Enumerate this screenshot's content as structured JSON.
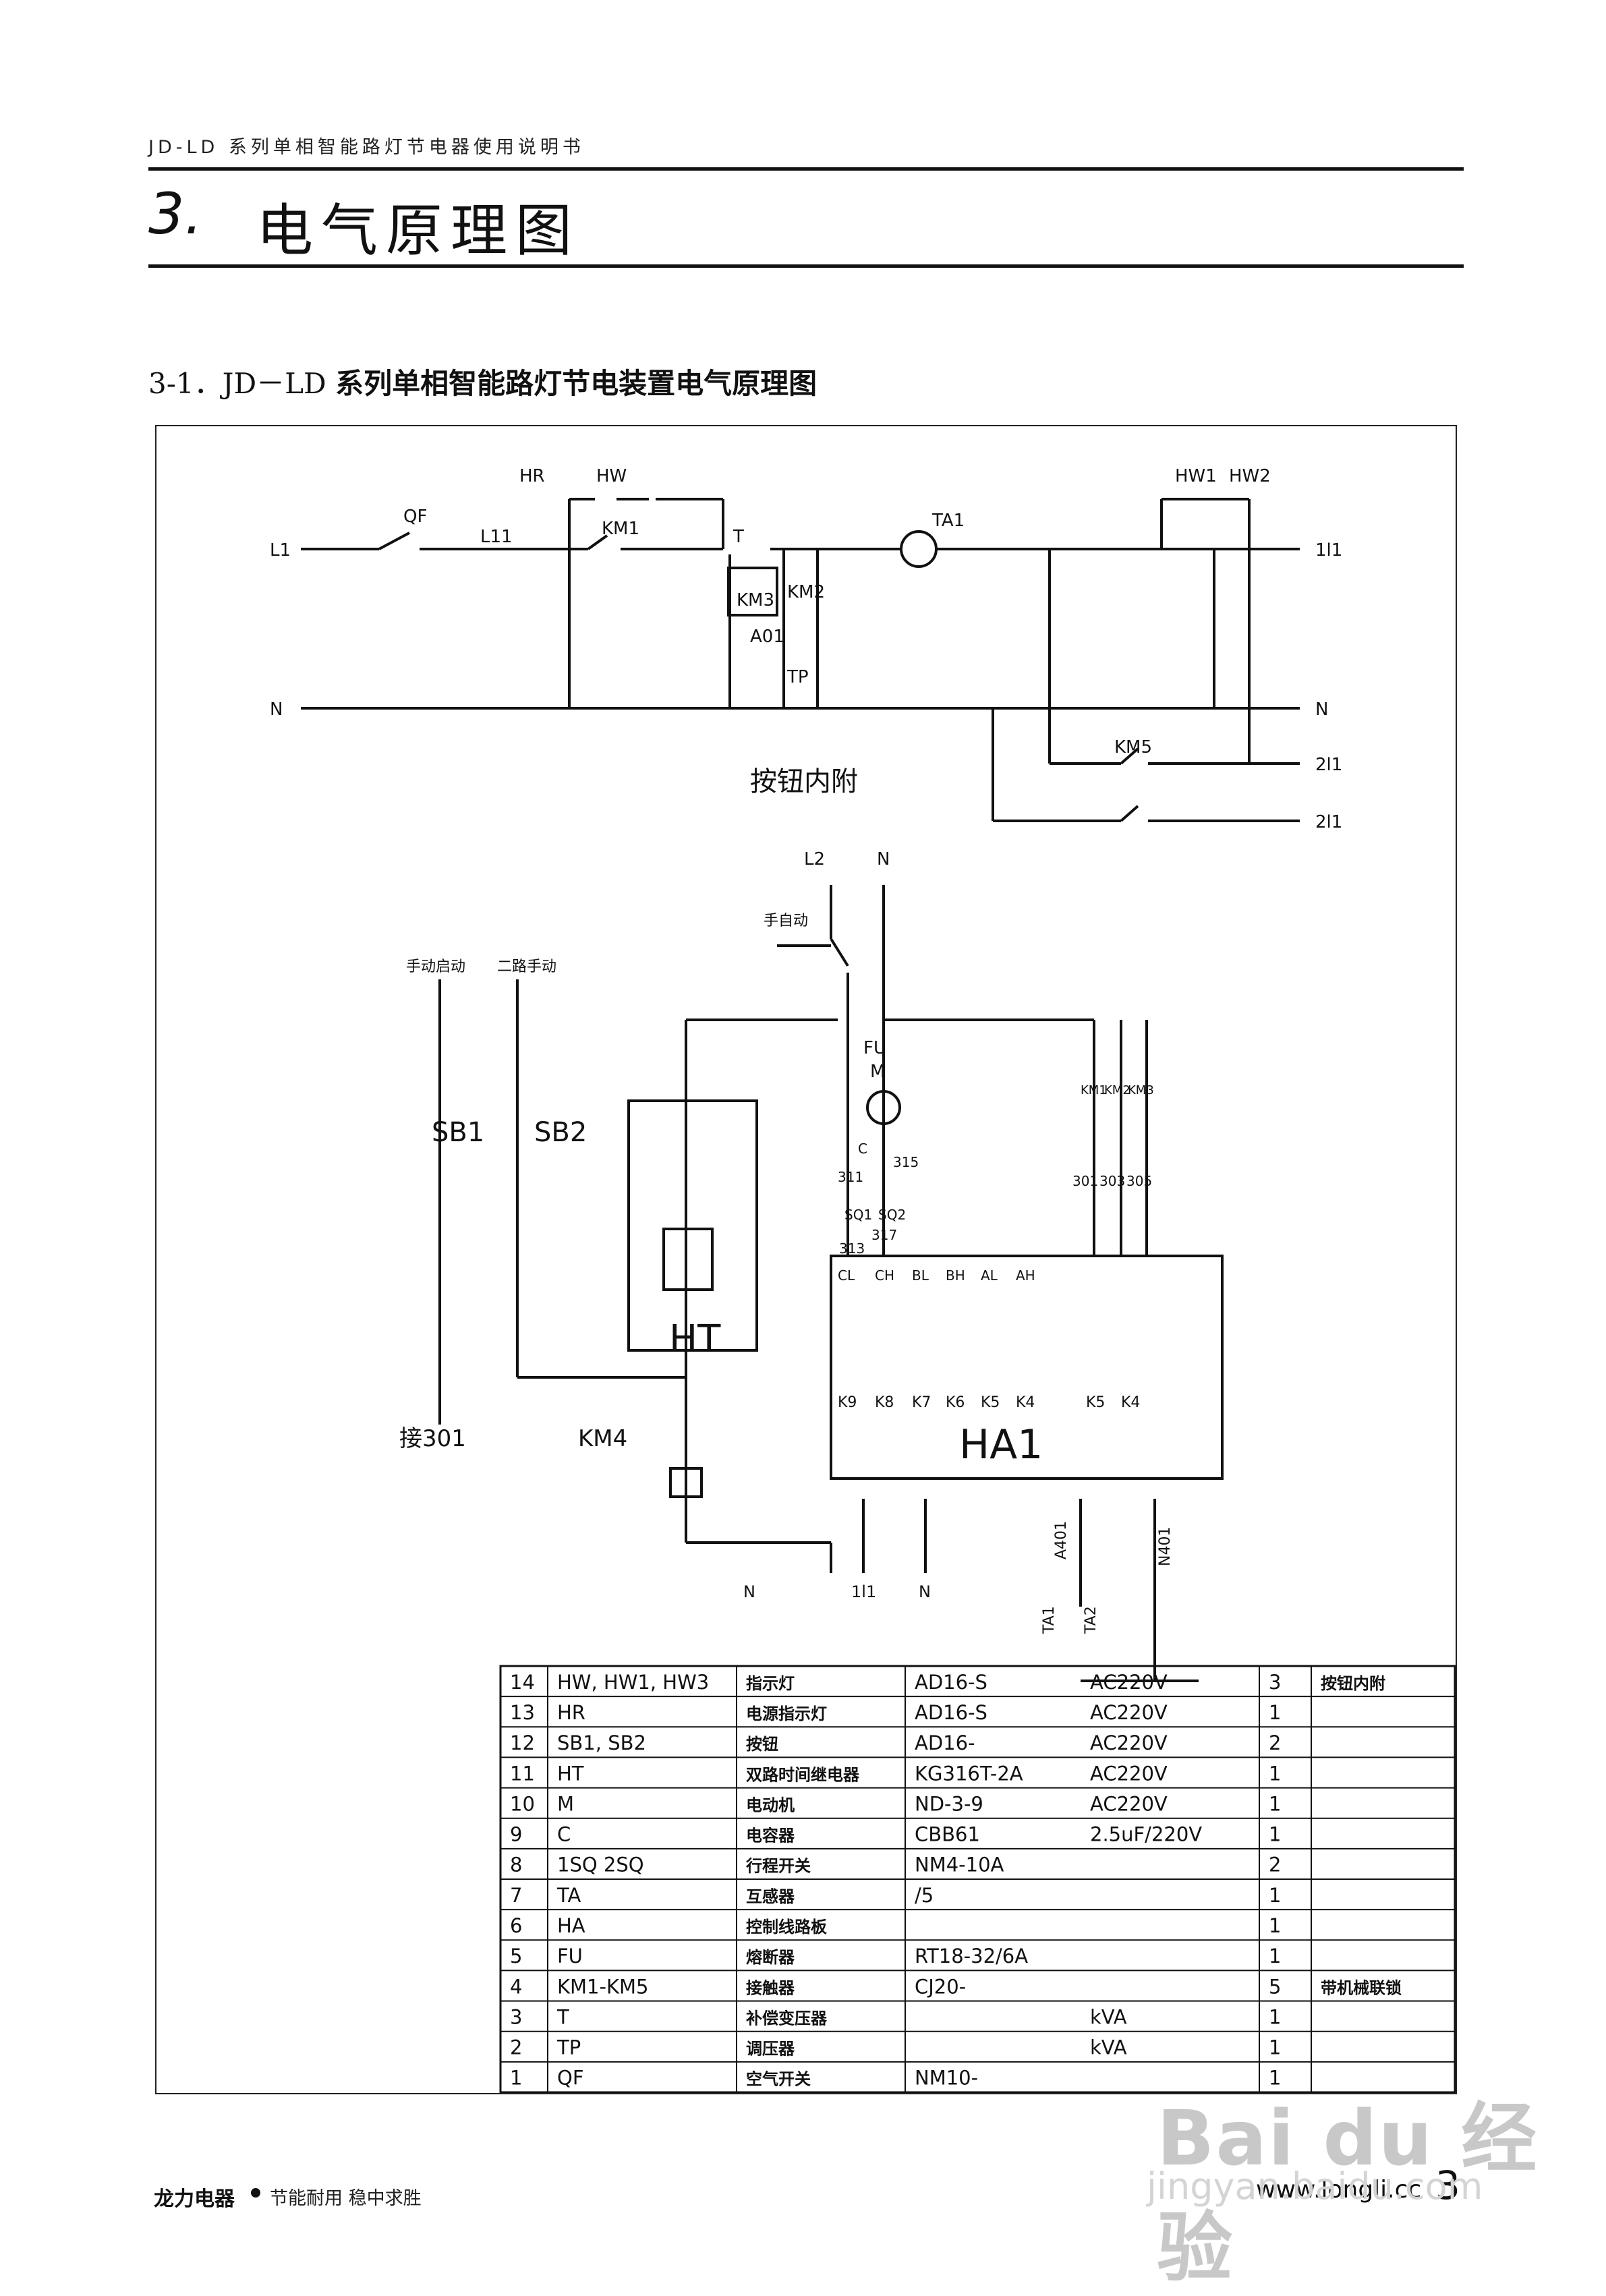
{
  "header": {
    "doc_title": "JD-LD 系列单相智能路灯节电器使用说明书"
  },
  "section": {
    "number": "3.",
    "title": "电气原理图"
  },
  "subsection": {
    "code": "3-1．JD－LD",
    "title": "系列单相智能路灯节电装置电气原理图"
  },
  "diagram": {
    "labels": {
      "L1": "L1",
      "N": "N",
      "QF": "QF",
      "L11": "L11",
      "HR": "HR",
      "HW": "HW",
      "KM1": "KM1",
      "T": "T",
      "KM3": "KM3",
      "KM2": "KM2",
      "A01": "A01",
      "TP": "TP",
      "TA1": "TA1",
      "HW1": "HW1",
      "HW2": "HW2",
      "out_1l1": "1l1",
      "out_N": "N",
      "KM5": "KM5",
      "out_2l1a": "2l1",
      "out_2l1b": "2l1",
      "button_note": "按钮内附",
      "L2": "L2",
      "N2": "N",
      "manual_auto": "手自动",
      "manual_start": "手动启动",
      "second_manual": "二路手动",
      "FU": "FU",
      "M": "M",
      "wire_301": "301",
      "C": "C",
      "w311": "311",
      "w315": "315",
      "SQ1": "SQ1",
      "SQ2": "SQ2",
      "w313": "313",
      "w317": "317",
      "SB1": "SB1",
      "SB2": "SB2",
      "HT": "HT",
      "conn301": "接301",
      "KM4": "KM4",
      "coil1": "KM1",
      "coil2": "KM2",
      "coil3": "KM3",
      "w301": "301",
      "w303": "303",
      "w305": "305",
      "CL": "CL",
      "CH": "CH",
      "BL": "BL",
      "BH": "BH",
      "AL": "AL",
      "AH": "AH",
      "K9": "K9",
      "K8": "K8",
      "K7": "K7",
      "K6": "K6",
      "K5": "K5",
      "K4": "K4",
      "K5b": "K5",
      "K4b": "K4",
      "HA1": "HA1",
      "bot_1l1": "1l1",
      "bot_N1": "N",
      "bot_N2": "N",
      "A401": "A401",
      "N401": "N401",
      "TA1b": "TA1",
      "TA2": "TA2"
    }
  },
  "parts_table": {
    "rows": [
      [
        "14",
        "HW, HW1, HW3",
        "指示灯",
        "AD16-S",
        "AC220V",
        "3",
        "按钮内附"
      ],
      [
        "13",
        "HR",
        "电源指示灯",
        "AD16-S",
        "AC220V",
        "1",
        ""
      ],
      [
        "12",
        "SB1, SB2",
        "按钮",
        "AD16-",
        "AC220V",
        "2",
        ""
      ],
      [
        "11",
        "HT",
        "双路时间继电器",
        "KG316T-2A",
        "AC220V",
        "1",
        ""
      ],
      [
        "10",
        "M",
        "电动机",
        "ND-3-9",
        "AC220V",
        "1",
        ""
      ],
      [
        "9",
        "C",
        "电容器",
        "CBB61",
        "2.5uF/220V",
        "1",
        ""
      ],
      [
        "8",
        "1SQ 2SQ",
        "行程开关",
        "NM4-10A",
        "",
        "2",
        ""
      ],
      [
        "7",
        "TA",
        "互感器",
        "/5",
        "",
        "1",
        ""
      ],
      [
        "6",
        "HA",
        "控制线路板",
        "",
        "",
        "1",
        ""
      ],
      [
        "5",
        "FU",
        "熔断器",
        "RT18-32/6A",
        "",
        "1",
        ""
      ],
      [
        "4",
        "KM1-KM5",
        "接触器",
        "CJ20-",
        "",
        "5",
        "带机械联锁"
      ],
      [
        "3",
        "T",
        "补偿变压器",
        "",
        "kVA",
        "1",
        ""
      ],
      [
        "2",
        "TP",
        "调压器",
        "",
        "kVA",
        "1",
        ""
      ],
      [
        "1",
        "QF",
        "空气开关",
        "NM10-",
        "",
        "1",
        ""
      ]
    ]
  },
  "footer": {
    "brand": "龙力电器",
    "slogan": "节能耐用 稳中求胜",
    "url": "www.longli.cc",
    "page": "3"
  },
  "watermark": {
    "text": "Bai du 经验",
    "sub": "jingyan.baidu.com"
  }
}
